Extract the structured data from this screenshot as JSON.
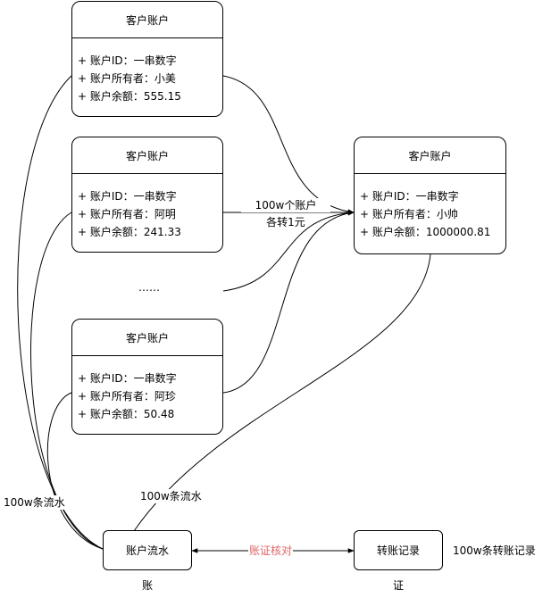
{
  "accounts": [
    {
      "title": "客户账户",
      "id_row": "+ 账户ID：一串数字",
      "owner_row": "+ 账户所有者：小美",
      "balance_row": "+ 账户余额：555.15"
    },
    {
      "title": "客户账户",
      "id_row": "+ 账户ID：一串数字",
      "owner_row": "+ 账户所有者：阿明",
      "balance_row": "+ 账户余额：241.33"
    },
    {
      "title": "客户账户",
      "id_row": "+ 账户ID：一串数字",
      "owner_row": "+ 账户所有者：阿珍",
      "balance_row": "+ 账户余额：50.48"
    }
  ],
  "target_account": {
    "title": "客户账户",
    "id_row": "+ 账户ID：一串数字",
    "owner_row": "+ 账户所有者：小帅",
    "balance_row": "+ 账户余额：1000000.81"
  },
  "ellipsis": "……",
  "transfer_label_line1": "100w个账户",
  "transfer_label_line2": "各转1元",
  "flow_box": "账户流水",
  "record_box": "转账记录",
  "reconcile_label": "账证核对",
  "flow_count_left": "100w条流水",
  "flow_count_mid": "100w条流水",
  "record_count": "100w条转账记录",
  "ledger_char": "账",
  "voucher_char": "证",
  "colors": {
    "line": "#000000",
    "reconcile_text": "#e06666"
  }
}
